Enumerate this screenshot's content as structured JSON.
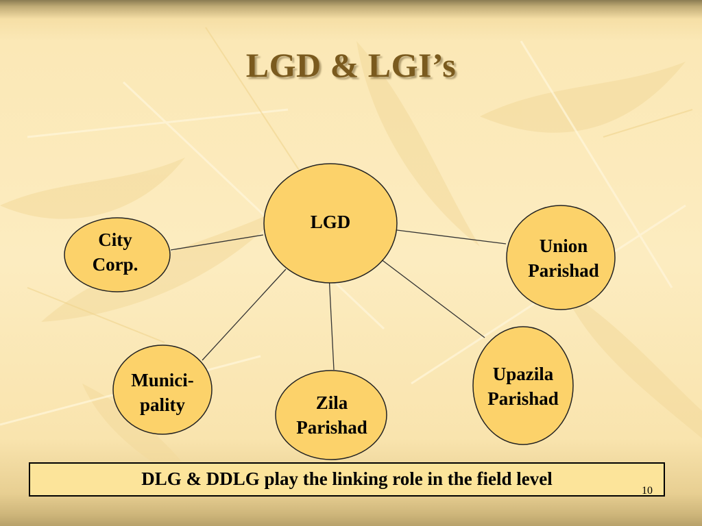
{
  "slide": {
    "title": "LGD & LGI’s",
    "footer": "DLG & DDLG play the linking role in the field level",
    "page_number": "10"
  },
  "diagram": {
    "center": {
      "id": "lgd",
      "label": "LGD"
    },
    "nodes": [
      {
        "id": "city_corp",
        "label": "City\nCorp."
      },
      {
        "id": "union_parishad",
        "label": "Union\nParishad"
      },
      {
        "id": "municipality",
        "label": "Munici-\npality"
      },
      {
        "id": "zila_parishad",
        "label": "Zila\nParishad"
      },
      {
        "id": "upazila_parishad",
        "label": "Upazila\nParishad"
      }
    ],
    "edges": [
      [
        "lgd",
        "city_corp"
      ],
      [
        "lgd",
        "union_parishad"
      ],
      [
        "lgd",
        "municipality"
      ],
      [
        "lgd",
        "zila_parishad"
      ],
      [
        "lgd",
        "upazila_parishad"
      ]
    ],
    "colors": {
      "node_fill": "#fcd26a",
      "node_stroke": "#222222",
      "edge": "#333333"
    }
  }
}
